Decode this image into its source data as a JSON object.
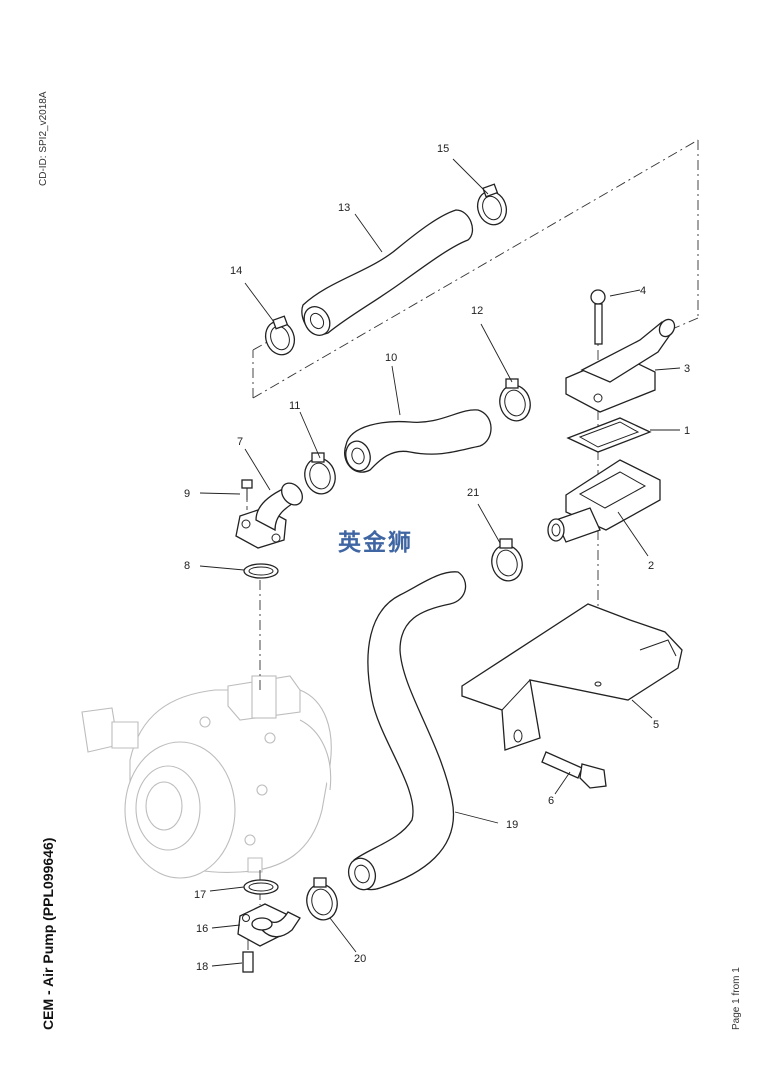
{
  "document": {
    "cd_id": "CD-ID: SPI2_v2018A",
    "title": "CEM - Air Pump (PPL099646)",
    "page": "Page 1 from 1",
    "watermark": "英金狮"
  },
  "callouts": [
    "1",
    "2",
    "3",
    "4",
    "5",
    "6",
    "7",
    "8",
    "9",
    "10",
    "11",
    "12",
    "13",
    "14",
    "15",
    "16",
    "17",
    "18",
    "19",
    "20",
    "21"
  ]
}
